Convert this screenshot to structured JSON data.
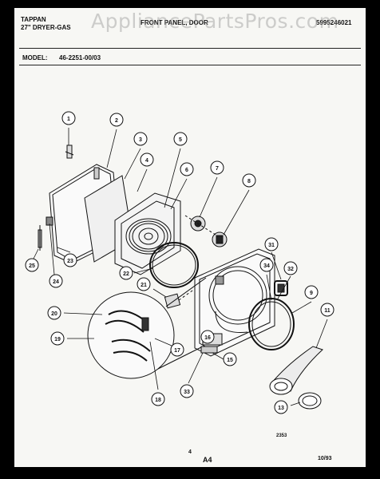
{
  "header": {
    "brand": "TAPPAN",
    "product": "27\" DRYER-GAS",
    "section": "FRONT PANEL, DOOR",
    "doc_number": "5995246021",
    "model_label": "MODEL:",
    "model_number": "46-2251-00/03"
  },
  "watermark": "AppliancePartsPros.com",
  "callouts": [
    "1",
    "2",
    "3",
    "4",
    "5",
    "6",
    "7",
    "8",
    "9",
    "11",
    "13",
    "15",
    "16",
    "17",
    "18",
    "19",
    "20",
    "21",
    "22",
    "23",
    "24",
    "25",
    "31",
    "32",
    "33",
    "34"
  ],
  "footer": {
    "drawing_code": "2353",
    "page_number": "4",
    "sheet_code": "A4",
    "date": "10/93"
  }
}
